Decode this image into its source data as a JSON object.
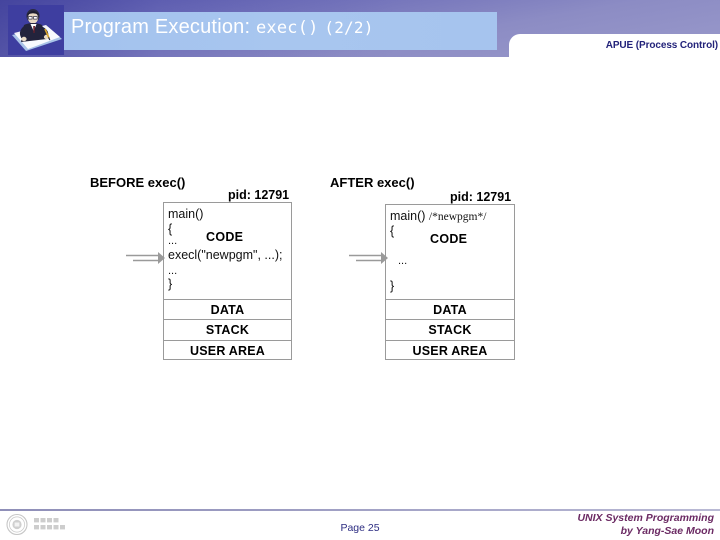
{
  "slide": {
    "title_main": "Program Execution: ",
    "title_mono": "exec()",
    "title_suffix": "(2/2)",
    "header_tag": "APUE (Process Control)",
    "header_icon_name": "person-writing-icon"
  },
  "diagram": {
    "before": {
      "heading": "BEFORE exec()",
      "pid": "pid: 12791",
      "code_label": "CODE",
      "code_lines": [
        "main()",
        "{",
        "...",
        "execl(\"newpgm\", ...);",
        "...",
        "}"
      ],
      "comment": "",
      "segments": [
        "DATA",
        "STACK",
        "USER AREA"
      ],
      "arrow_name": "entry-arrow"
    },
    "after": {
      "heading": "AFTER exec()",
      "pid": "pid: 12791",
      "code_label": "CODE",
      "code_lines": [
        "main()",
        "{",
        "...",
        "}"
      ],
      "comment": "/*newpgm*/",
      "segments": [
        "DATA",
        "STACK",
        "USER AREA"
      ],
      "arrow_name": "entry-arrow"
    }
  },
  "footer": {
    "page": "Page 25",
    "credit_line1": "UNIX System Programming",
    "credit_line2": "by Yang-Sae Moon",
    "logo_name": "university-seal-logo"
  },
  "colors": {
    "header_purple": "#6d6db8",
    "title_blue": "#a5c4ee",
    "tag_navy": "#23237a",
    "page_navy": "#2d2d82",
    "credit_maroon": "#6b2a63",
    "box_border": "#9a9a9a"
  }
}
